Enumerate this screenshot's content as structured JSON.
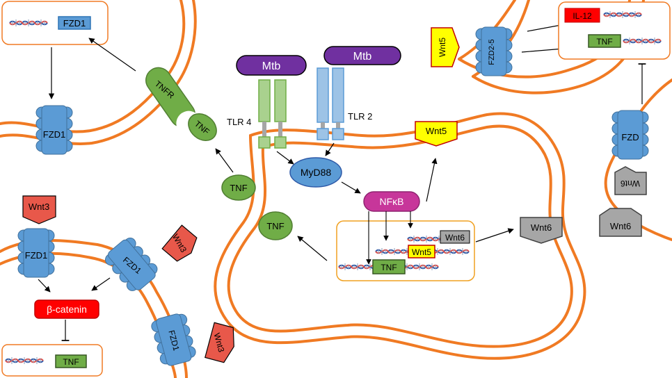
{
  "labels": {
    "fzd1": "FZD1",
    "tnfr": "TNFR",
    "tnf": "TNF",
    "tlr4": "TLR 4",
    "tlr2": "TLR 2",
    "mtb": "Mtb",
    "myd88": "MyD88",
    "nfkb": "NFκB",
    "wnt5": "Wnt5",
    "wnt6": "Wnt6",
    "wnt3": "Wnt3",
    "fzd2_5": "FZD2-5",
    "fzd": "FZD",
    "il12": "IL-12",
    "beta_catenin": "β-catenin"
  },
  "colors": {
    "membrane": "#f07a23",
    "receptor_blue": "#5b9bd5",
    "green": "#70ad47",
    "purple": "#7030a0",
    "magenta": "#c7369a",
    "red": "#e8584a",
    "bright_red": "#ff0000",
    "yellow": "#ffff00",
    "grey": "#a6a6a6"
  },
  "icons": [
    "dna-icon",
    "arrow-icon",
    "inhibition-bar-icon"
  ]
}
